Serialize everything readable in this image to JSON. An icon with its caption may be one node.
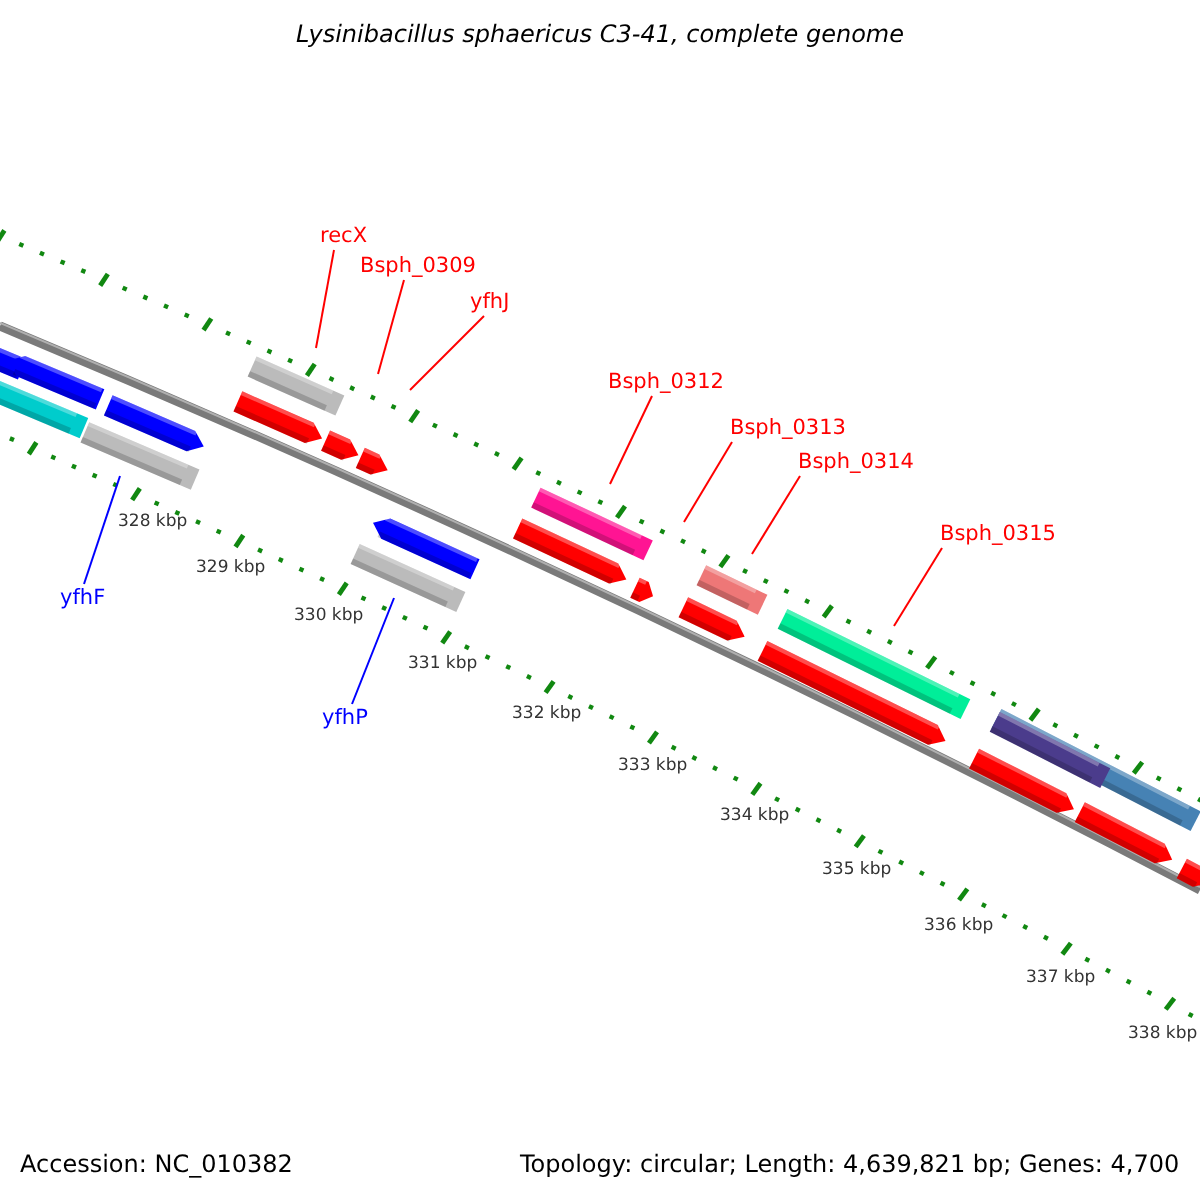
{
  "diagram": {
    "title": "Lysinibacillus sphaericus C3-41, complete genome",
    "nodes": [
      {
        "text": [
          "recX"
        ]
      },
      {
        "text": [
          "Bsph_0309"
        ]
      },
      {
        "text": [
          "yfhJ"
        ]
      },
      {
        "text": [
          "Bsph_0312"
        ]
      },
      {
        "text": [
          "Bsph_0313"
        ]
      },
      {
        "text": [
          "Bsph_0314"
        ]
      },
      {
        "text": [
          "Bsph_0315"
        ]
      },
      {
        "text": [
          "yfhF"
        ]
      },
      {
        "text": [
          "yfhP"
        ]
      }
    ],
    "edges": [
      {
        "from": 0,
        "to": null,
        "arrow": "none"
      },
      {
        "from": 1,
        "to": null,
        "arrow": "none"
      },
      {
        "from": 2,
        "to": null,
        "arrow": "none"
      },
      {
        "from": 3,
        "to": null,
        "arrow": "none"
      },
      {
        "from": 4,
        "to": null,
        "arrow": "none"
      },
      {
        "from": 5,
        "to": null,
        "arrow": "none"
      },
      {
        "from": 6,
        "to": null,
        "arrow": "none"
      },
      {
        "from": 7,
        "to": null,
        "arrow": "none",
        "color": "#0000ff"
      },
      {
        "from": 8,
        "to": null,
        "arrow": "none",
        "color": "#0000ff"
      }
    ],
    "labels": [
      "328 kbp",
      "329 kbp",
      "330 kbp",
      "331 kbp",
      "332 kbp",
      "333 kbp",
      "334 kbp",
      "335 kbp",
      "336 kbp",
      "337 kbp",
      "338 kbp",
      "Accession: NC_010382",
      "Topology: circular; Length: 4,639,821 bp; Genes: 4,700"
    ]
  }
}
